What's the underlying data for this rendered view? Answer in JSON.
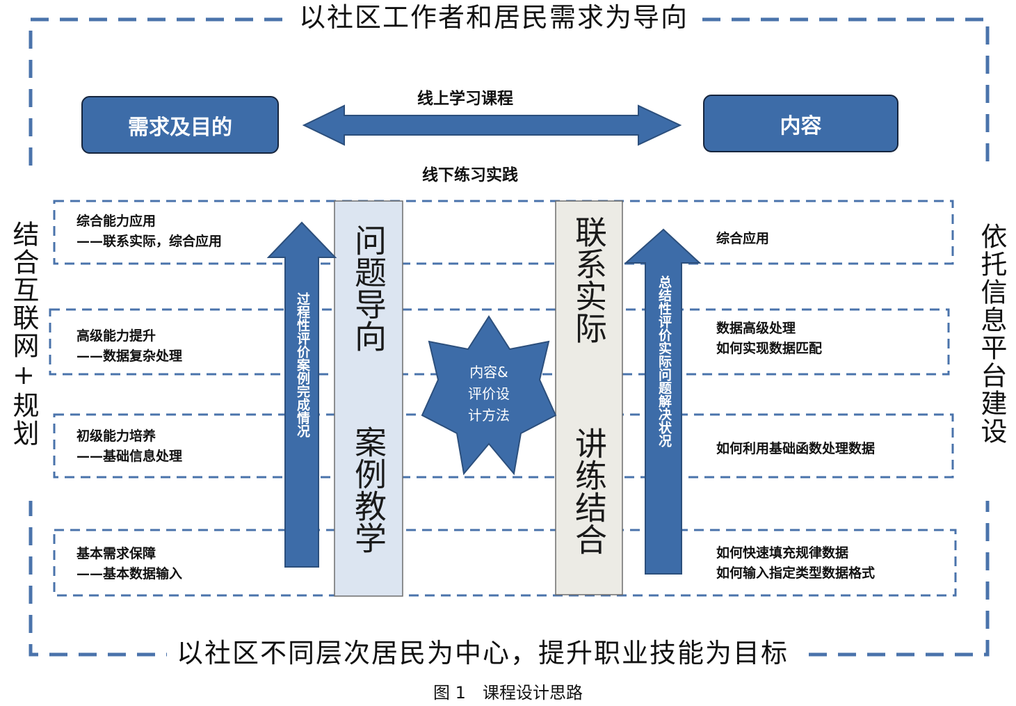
{
  "top_title": "以社区工作者和居民需求为导向",
  "bottom_title": "以社区不同层次居民为中心，提升职业技能为目标",
  "left_side": "结合互联网+规划",
  "right_side": "依托信息平台建设",
  "box_left": "需求及目的",
  "box_right": "内容",
  "arrow_top_label": "线上学习课程",
  "arrow_bottom_label": "线下练习实践",
  "rows_left": [
    {
      "line1": "综合能力应用",
      "line2": "——联系实际，综合应用"
    },
    {
      "line1": "高级能力提升",
      "line2": "——数据复杂处理"
    },
    {
      "line1": "初级能力培养",
      "line2": "——基础信息处理"
    },
    {
      "line1": "基本需求保障",
      "line2": "——基本数据输入"
    }
  ],
  "rows_right": [
    {
      "line1": "综合应用",
      "line2": ""
    },
    {
      "line1": "数据高级处理",
      "line2": "如何实现数据匹配"
    },
    {
      "line1": "如何利用基础函数处理数据",
      "line2": ""
    },
    {
      "line1": "如何快速填充规律数据",
      "line2": "如何输入指定类型数据格式"
    }
  ],
  "col_left_top": "问题导向",
  "col_left_bottom": "案例教学",
  "col_right_top": "联系实际",
  "col_right_bottom": "讲练结合",
  "arrow_left_text": "过程性评价案例完成情况",
  "arrow_right_text": "总结性评价实际问题解决状况",
  "star_line1": "内容&",
  "star_line2": "评价设",
  "star_line3": "计方法",
  "caption": "图 1　课程设计思路",
  "colors": {
    "accent": "#3d6ca8",
    "dash": "#4a73ab",
    "col_left": "#dce5f1",
    "col_right": "#ecebe5"
  }
}
